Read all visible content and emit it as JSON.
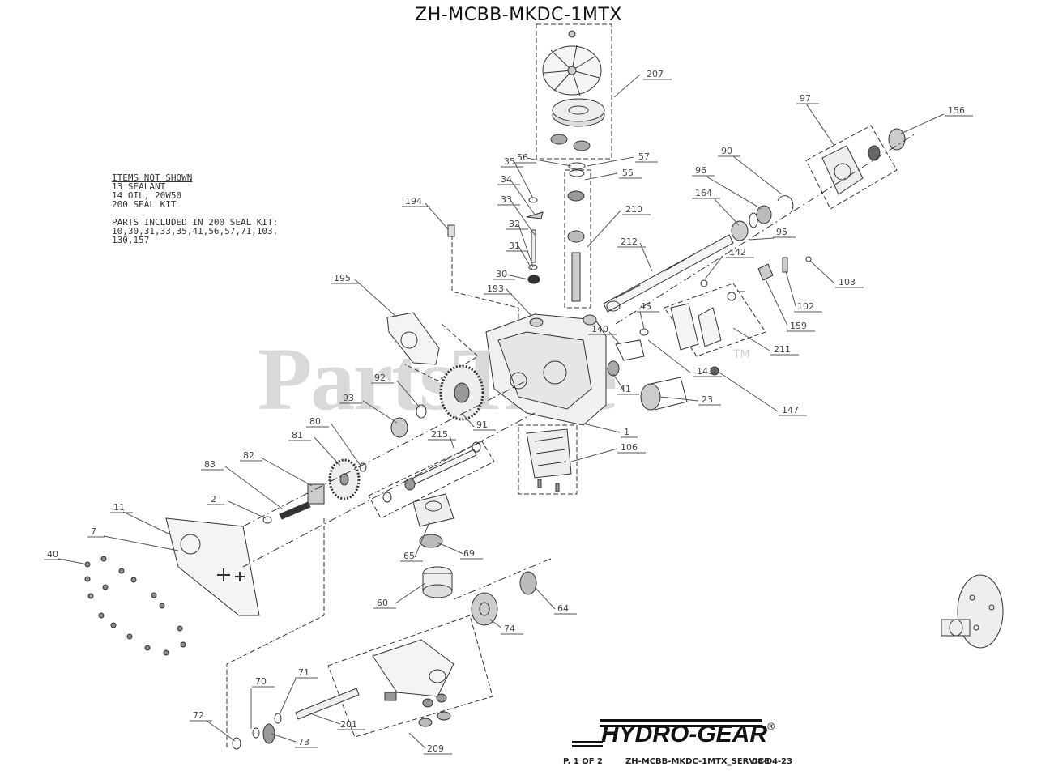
{
  "title": "ZH-MCBB-MKDC-1MTX",
  "notes": {
    "heading": "ITEMS NOT SHOWN",
    "lines": [
      "13 SEALANT",
      "14 OIL, 20W50",
      "200 SEAL KIT"
    ],
    "kit_heading": "PARTS INCLUDED IN 200 SEAL KIT:",
    "kit_lines": [
      "10,30,31,33,35,41,56,57,71,103,",
      "130,157"
    ]
  },
  "watermark": "PartsTree",
  "watermark_tm": "TM",
  "logo": "HYDRO-GEAR",
  "logo_mark": "®",
  "footer": {
    "page": "P. 1 OF 2",
    "doc": "ZH-MCBB-MKDC-1MTX_SERVICE",
    "date": "08-04-23"
  },
  "callouts": [
    "207",
    "56",
    "57",
    "35",
    "34",
    "55",
    "33",
    "210",
    "32",
    "31",
    "30",
    "194",
    "193",
    "195",
    "212",
    "142",
    "97",
    "156",
    "90",
    "96",
    "164",
    "95",
    "103",
    "102",
    "159",
    "45",
    "140",
    "211",
    "141",
    "147",
    "23",
    "41",
    "92",
    "93",
    "91",
    "80",
    "81",
    "215",
    "1",
    "106",
    "83",
    "82",
    "2",
    "11",
    "7",
    "40",
    "65",
    "69",
    "60",
    "64",
    "74",
    "71",
    "70",
    "72",
    "73",
    "201",
    "209"
  ]
}
